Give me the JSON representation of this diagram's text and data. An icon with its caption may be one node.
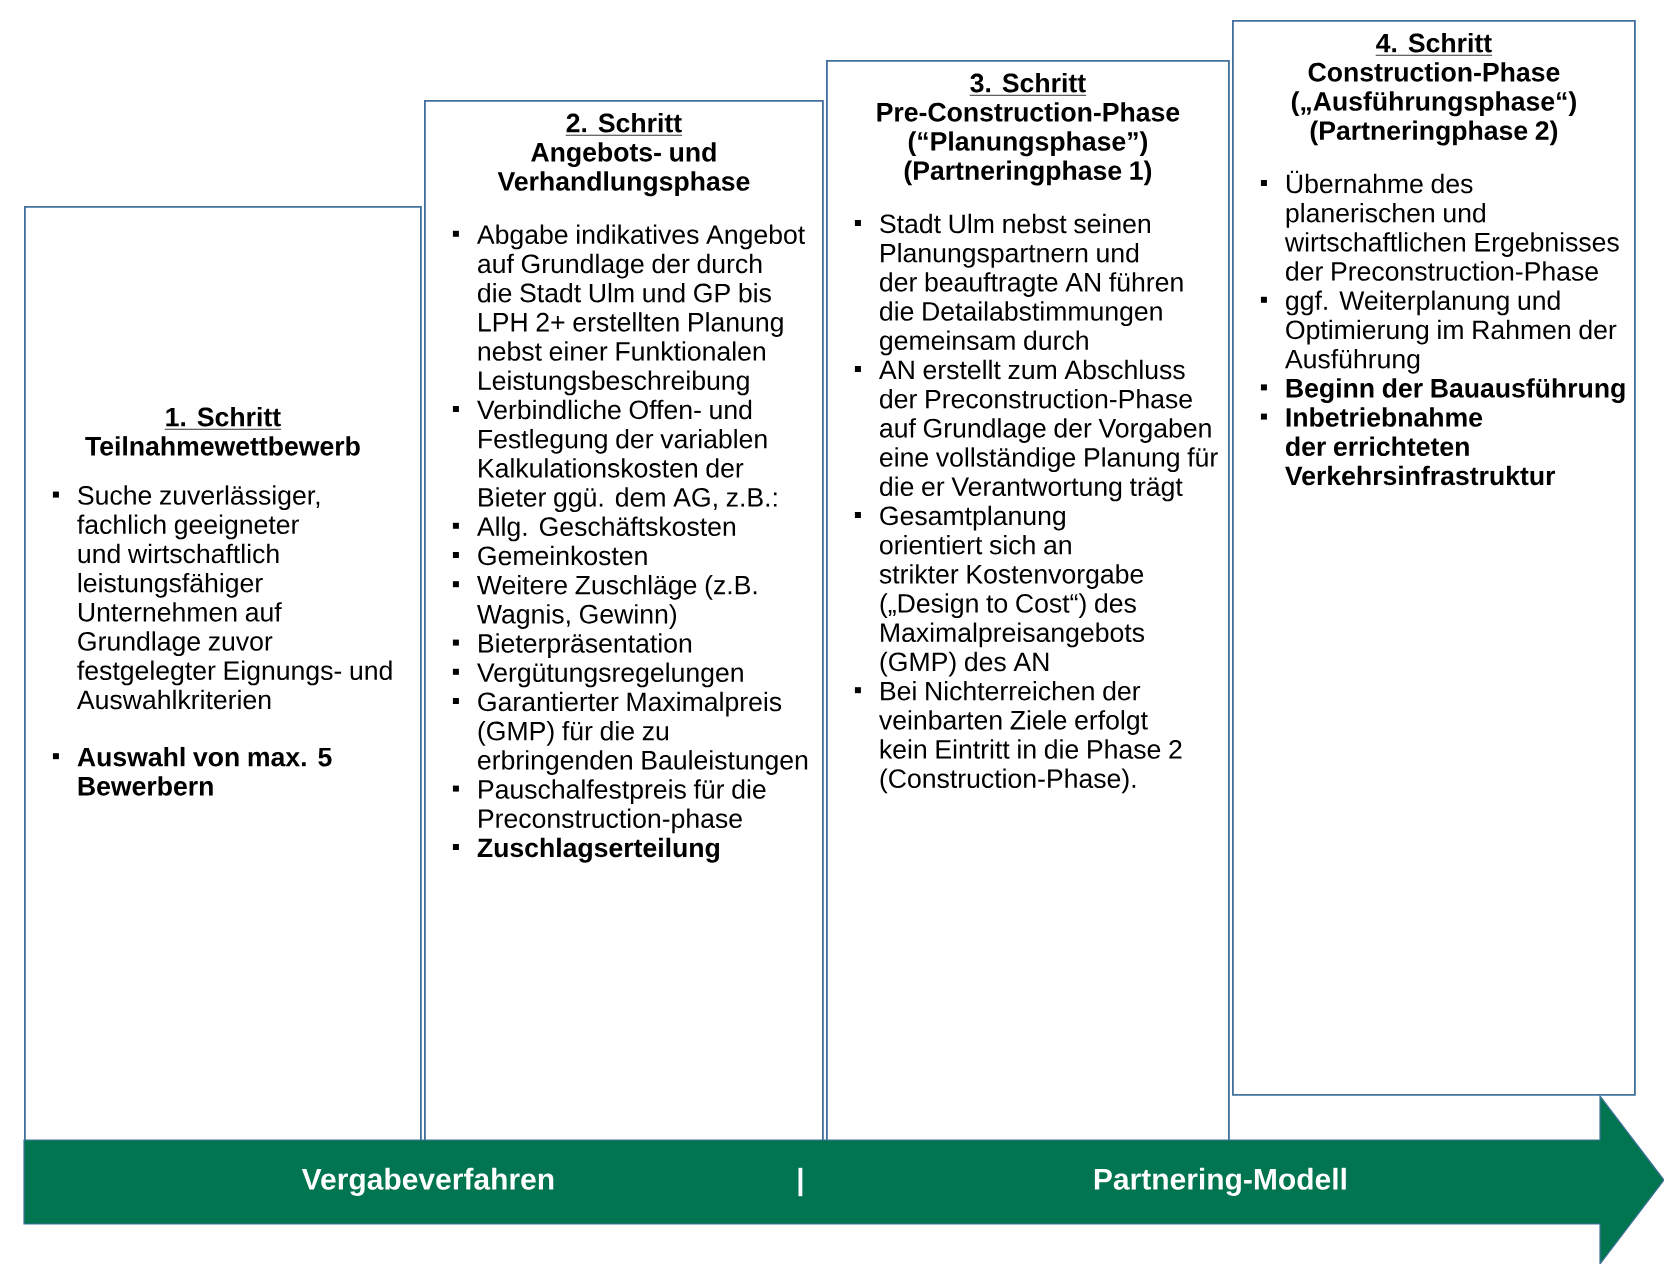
{
  "diagram": {
    "nodes": [
      {
        "text": [
          "1. Schritt",
          "Teilnahmewettbewerb",
          "Suche zuverlässiger, fachlich geeigneter und wirtschaftlich leistungsfähiger Unternehmen auf Grundlage zuvor festgelegter Eignungs- und Auswahlkriterien",
          "**Auswahl von max. 5 Bewerbern**"
        ]
      },
      {
        "text": [
          "2. Schritt",
          "Angebots- und Verhandlungsphase",
          "Abgabe indikatives Angebot auf Grundlage der durch die Stadt Ulm und GP bis LPH 2+ erstellten Planung nebst einer Funktionalen Leistungsbeschreibung",
          "Verbindliche Offen- und Festlegung der variablen Kalkulationskosten der Bieter ggü. dem AG, z.B.:",
          "Allg. Geschäftskosten",
          "Gemeinkosten",
          "Weitere Zuschläge (z.B. Wagnis, Gewinn)",
          "Bieterpräsentation",
          "Vergütungsregelungen",
          "Garantierter Maximalpreis (GMP) für die zu erbringenden Bauleistungen",
          "Pauschalfestpreis für die Preconstruction-phase",
          "**Zuschlagserteilung**"
        ]
      },
      {
        "text": [
          "3. Schritt",
          "Pre-Construction-Phase (“Planungsphase”) (Partneringphase 1)",
          "Stadt Ulm nebst seinen Planungspartnern und der beauftragte AN führen die Detailabstimmungen gemeinsam durch",
          "AN erstellt zum Abschluss der Preconstruction-Phase auf Grundlage der Vorgaben eine vollständige Planung für die er Verantwortung trägt",
          "Gesamtplanung orientiert sich an strikter Kostenvorgabe („Design to Cost“) des Maximalpreisangebots (GMP) des AN",
          "Bei Nichterreichen der veinbarten Ziele erfolgt kein Eintritt in die Phase 2 (Construction-Phase)."
        ]
      },
      {
        "text": [
          "4. Schritt",
          "Construction-Phase („Ausführungsphase“) (Partneringphase 2)",
          "Übernahme des planerischen und wirtschaftlichen Ergebnisses der Preconstruction-Phase",
          "ggf. Weiterplanung und Optimierung im Rahmen der Ausführung",
          "**Beginn der Bauausführung**",
          "**Inbetriebnahme der errichteten Verkehrsinfrastruktur**"
        ]
      },
      {
        "text": [
          "Vergabeverfahren",
          "|",
          "Partnering-Modell"
        ]
      }
    ]
  }
}
